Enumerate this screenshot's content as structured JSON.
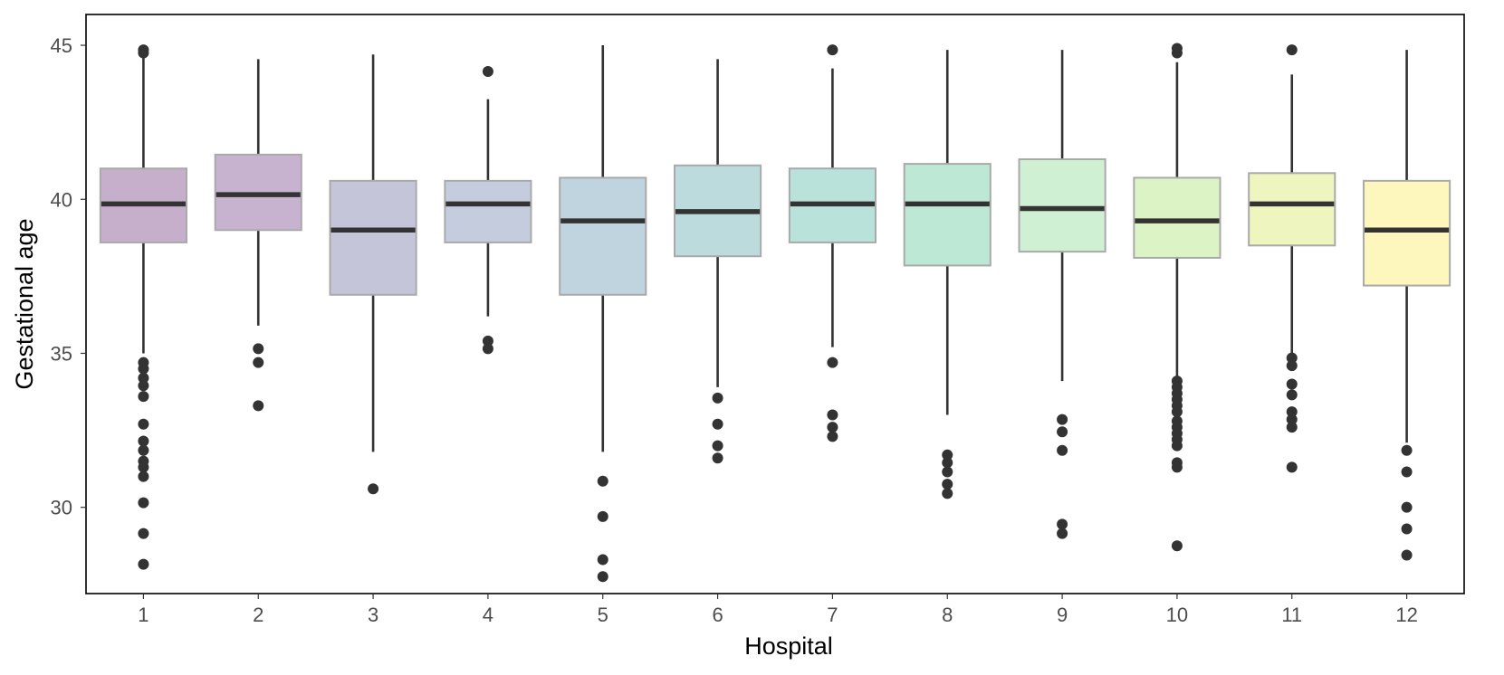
{
  "chart_data": {
    "type": "boxplot",
    "xlabel": "Hospital",
    "ylabel": "Gestational age",
    "ylim": [
      27.2,
      46.0
    ],
    "yticks": [
      30,
      35,
      40,
      45
    ],
    "grid": false,
    "legend": "none",
    "categories": [
      "1",
      "2",
      "3",
      "4",
      "5",
      "6",
      "7",
      "8",
      "9",
      "10",
      "11",
      "12"
    ],
    "boxes": [
      {
        "category": "1",
        "whisker_low": 35.0,
        "q1": 38.6,
        "median": 39.85,
        "q3": 41.0,
        "whisker_high": 44.65,
        "color": "#c6afcb",
        "outliers": [
          44.85,
          44.75,
          34.7,
          34.5,
          34.2,
          33.95,
          33.6,
          32.7,
          32.15,
          31.85,
          31.5,
          31.3,
          31.0,
          30.15,
          29.15,
          28.15
        ]
      },
      {
        "category": "2",
        "whisker_low": 35.9,
        "q1": 39.0,
        "median": 40.15,
        "q3": 41.45,
        "whisker_high": 44.55,
        "color": "#c7b3d0",
        "outliers": [
          35.15,
          34.7,
          33.3
        ]
      },
      {
        "category": "3",
        "whisker_low": 31.8,
        "q1": 36.9,
        "median": 39.0,
        "q3": 40.6,
        "whisker_high": 44.7,
        "color": "#c5c5da",
        "outliers": [
          30.6
        ]
      },
      {
        "category": "4",
        "whisker_low": 36.2,
        "q1": 38.6,
        "median": 39.85,
        "q3": 40.6,
        "whisker_high": 43.25,
        "color": "#c4ccdd",
        "outliers": [
          44.15,
          35.4,
          35.15
        ]
      },
      {
        "category": "5",
        "whisker_low": 31.8,
        "q1": 36.9,
        "median": 39.3,
        "q3": 40.7,
        "whisker_high": 45.0,
        "color": "#bfd4df",
        "outliers": [
          30.85,
          29.7,
          28.3,
          27.75
        ]
      },
      {
        "category": "6",
        "whisker_low": 33.9,
        "q1": 38.15,
        "median": 39.6,
        "q3": 41.1,
        "whisker_high": 44.55,
        "color": "#bcdbdd",
        "outliers": [
          33.55,
          32.7,
          32.0,
          31.6
        ]
      },
      {
        "category": "7",
        "whisker_low": 35.2,
        "q1": 38.6,
        "median": 39.85,
        "q3": 41.0,
        "whisker_high": 44.25,
        "color": "#b9e2da",
        "outliers": [
          44.85,
          34.7,
          33.0,
          32.6,
          32.3
        ]
      },
      {
        "category": "8",
        "whisker_low": 33.0,
        "q1": 37.85,
        "median": 39.85,
        "q3": 41.15,
        "whisker_high": 44.85,
        "color": "#bee8d6",
        "outliers": [
          31.7,
          31.45,
          31.15,
          30.75,
          30.45
        ]
      },
      {
        "category": "9",
        "whisker_low": 34.1,
        "q1": 38.3,
        "median": 39.7,
        "q3": 41.3,
        "whisker_high": 44.85,
        "color": "#cff0d3",
        "outliers": [
          32.85,
          32.45,
          31.85,
          29.45,
          29.15
        ]
      },
      {
        "category": "10",
        "whisker_low": 34.2,
        "q1": 38.1,
        "median": 39.3,
        "q3": 40.7,
        "whisker_high": 44.45,
        "color": "#dcf3c6",
        "outliers": [
          44.9,
          44.75,
          34.1,
          33.9,
          33.7,
          33.5,
          33.3,
          33.1,
          32.8,
          32.6,
          32.4,
          32.2,
          32.0,
          31.45,
          31.3,
          28.75
        ]
      },
      {
        "category": "11",
        "whisker_low": 35.0,
        "q1": 38.5,
        "median": 39.85,
        "q3": 40.85,
        "whisker_high": 44.05,
        "color": "#eef5bf",
        "outliers": [
          44.85,
          34.85,
          34.6,
          34.0,
          33.65,
          33.1,
          32.85,
          32.6,
          31.3
        ]
      },
      {
        "category": "12",
        "whisker_low": 32.1,
        "q1": 37.2,
        "median": 39.0,
        "q3": 40.6,
        "whisker_high": 44.85,
        "color": "#fef7bd",
        "outliers": [
          31.85,
          31.15,
          30.0,
          29.3,
          28.45
        ]
      }
    ]
  }
}
